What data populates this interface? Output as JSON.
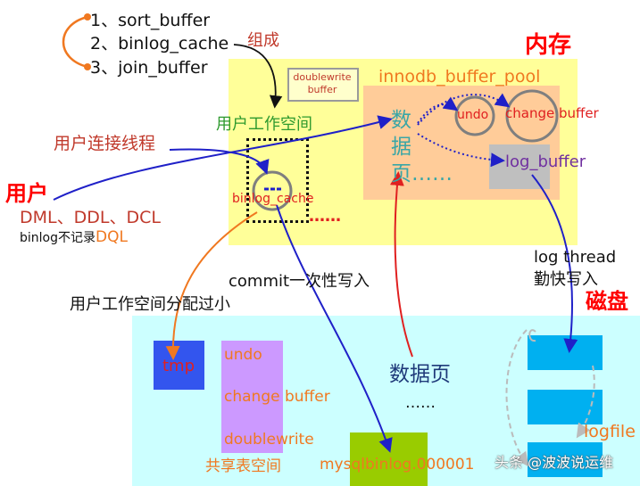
{
  "list": {
    "item1": "1、sort_buffer",
    "item2": "2、binlog_cache",
    "item3": "3、join_buffer",
    "compose": "组成"
  },
  "memory": {
    "title": "内存",
    "doublewrite_buffer": "doublewrite buffer",
    "user_workspace": "用户工作空间",
    "binlog_cache": "binlog_cache",
    "ellipsis_red": "……",
    "buffer_pool": {
      "title": "innodb_buffer_pool",
      "data_page": "数据页……",
      "undo": "undo",
      "change_buffer": "change buffer",
      "log_buffer": "log_buffer"
    }
  },
  "user": {
    "label": "用户",
    "connection_thread": "用户连接线程",
    "statements": "DML、DDL、DCL",
    "binlog_note_prefix": "binlog不记录",
    "binlog_note_dql": "DQL"
  },
  "annotations": {
    "commit": "commit一次性写入",
    "workspace_too_small": "用户工作空间分配过小",
    "log_thread": "log thread 勤快写入",
    "data_page": "数据页",
    "data_page_more": "……"
  },
  "disk": {
    "title": "磁盘",
    "tmp": "tmp",
    "undo": "undo",
    "change_buffer": "change buffer",
    "doublewrite": "doublewrite",
    "shared_tablespace": "共享表空间",
    "mysqlbinlog": "mysqlbinlog.000001",
    "logfile": "logfile"
  },
  "watermark": "头条 @波波说运维",
  "colors": {
    "memory_bg": "#FFFF99",
    "buffer_pool_bg": "#FFCC99",
    "disk_bg": "#CCFFFF",
    "blue_arrow": "#1F20C8",
    "red_arrow": "#E02020",
    "orange_arrow": "#F07820",
    "title_red": "#FF0000",
    "green_text": "#2E9A2E",
    "teal_text": "#3AA6A6"
  }
}
